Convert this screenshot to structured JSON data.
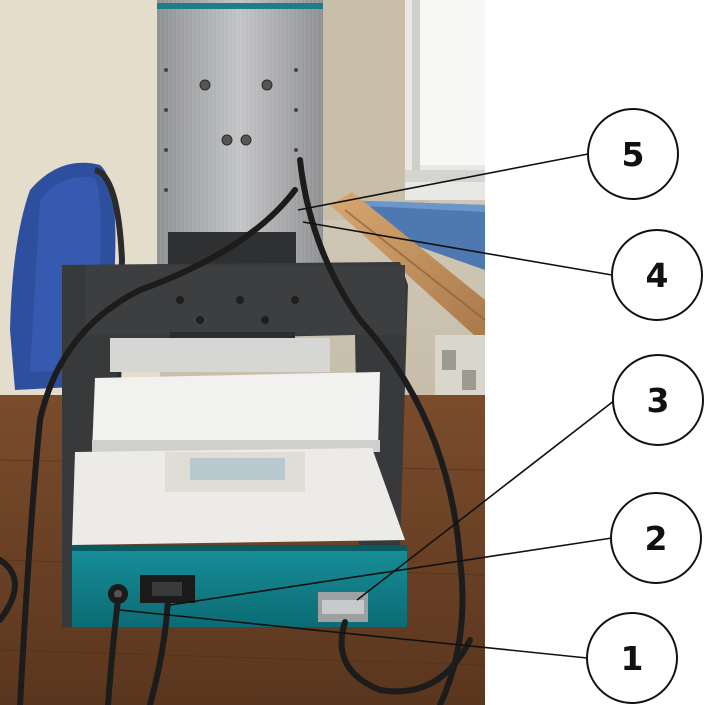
{
  "callouts": [
    {
      "label": "5"
    },
    {
      "label": "4"
    },
    {
      "label": "3"
    },
    {
      "label": "2"
    },
    {
      "label": "1"
    }
  ],
  "colors": {
    "teal_base": "#11808a",
    "dark_frame": "#3a3a3c",
    "aluminum": "#a9aaac",
    "white_panel": "#eeeeee",
    "desk_wood": "#6e4326"
  }
}
